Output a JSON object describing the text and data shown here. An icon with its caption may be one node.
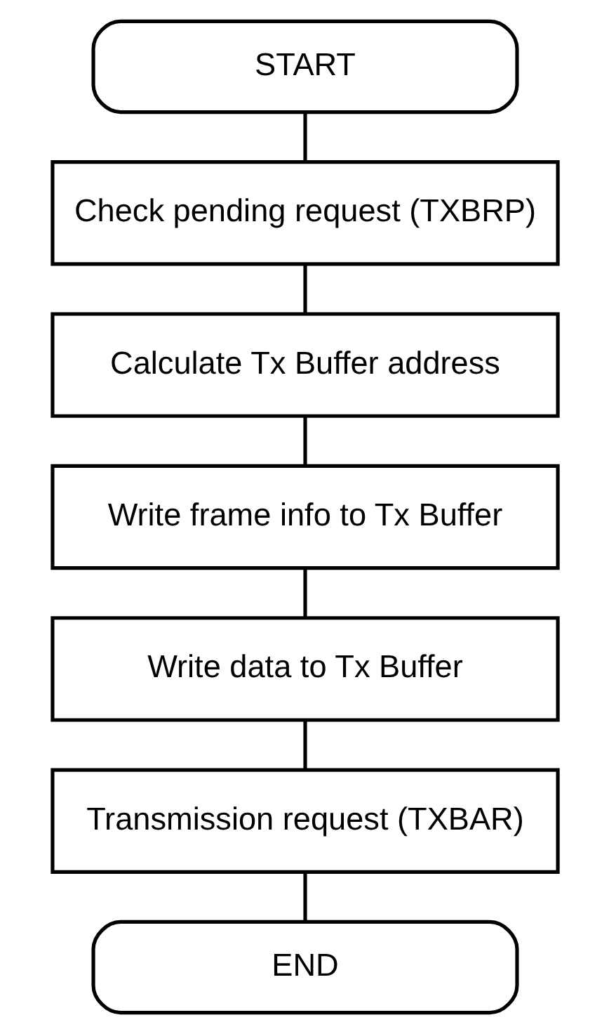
{
  "diagram": {
    "nodes": [
      {
        "text": [
          "START"
        ]
      },
      {
        "text": [
          "Check pending request (TXBRP)"
        ]
      },
      {
        "text": [
          "Calculate Tx Buffer address"
        ]
      },
      {
        "text": [
          "Write frame info to Tx Buffer"
        ]
      },
      {
        "text": [
          "Write data to Tx Buffer"
        ]
      },
      {
        "text": [
          "Transmission request (TXBAR)"
        ]
      },
      {
        "text": [
          "END"
        ]
      }
    ],
    "edges": [
      {
        "from": 0,
        "to": 1,
        "arrow": "none"
      },
      {
        "from": 1,
        "to": 2,
        "arrow": "none"
      },
      {
        "from": 2,
        "to": 3,
        "arrow": "none"
      },
      {
        "from": 3,
        "to": 4,
        "arrow": "none"
      },
      {
        "from": 4,
        "to": 5,
        "arrow": "none"
      },
      {
        "from": 5,
        "to": 6,
        "arrow": "none"
      }
    ]
  }
}
